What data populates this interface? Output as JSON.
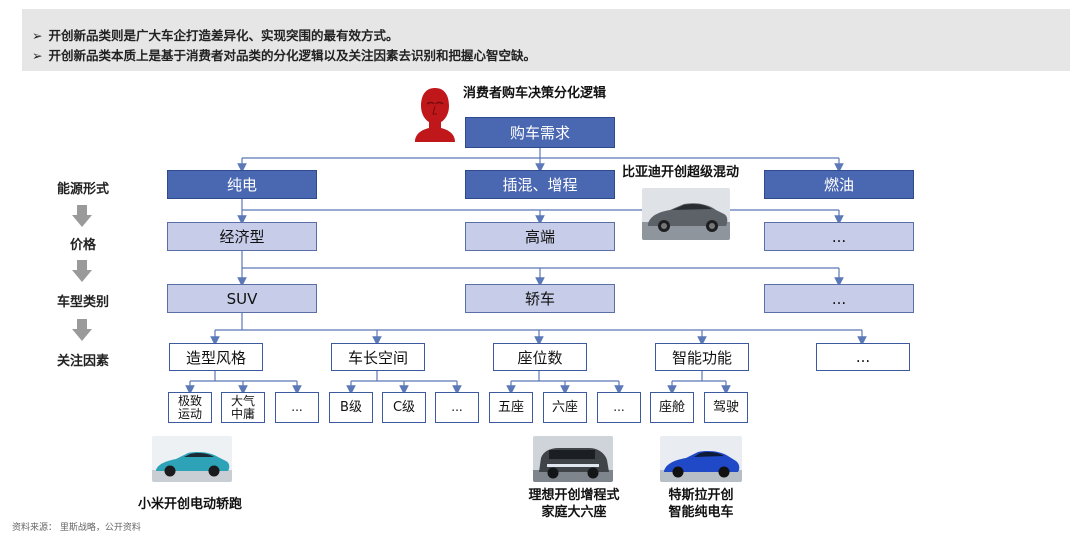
{
  "header": {
    "bullet1": "开创新品类则是广大车企打造差异化、实现突围的最有效方式。",
    "bullet2": "开创新品类本质上是基于消费者对品类的分化逻辑以及关注因素去识别和把握心智空缺。",
    "arrow_glyph": "➢"
  },
  "diagram": {
    "title": "消费者购车决策分化逻辑",
    "root": "购车需求",
    "row_labels": [
      "能源形式",
      "价格",
      "车型类别",
      "关注因素"
    ],
    "energy": [
      "纯电",
      "插混、增程",
      "燃油"
    ],
    "price": [
      "经济型",
      "高端",
      "..."
    ],
    "body_type": [
      "SUV",
      "轿车",
      "..."
    ],
    "factors": [
      "造型风格",
      "车长空间",
      "座位数",
      "智能功能",
      "..."
    ],
    "factor_options": [
      [
        "极致\n运动",
        "大气\n中庸",
        "..."
      ],
      [
        "B级",
        "C级",
        "..."
      ],
      [
        "五座",
        "六座",
        "..."
      ],
      [
        "座舱",
        "驾驶"
      ]
    ],
    "byd_caption": "比亚迪开创超级混动",
    "xiaomi_caption": "小米开创电动轿跑",
    "lixiang_caption": [
      "理想开创增程式",
      "家庭大六座"
    ],
    "tesla_caption": [
      "特斯拉开创",
      "智能纯电车"
    ]
  },
  "source": "资料来源：  里斯战略，公开资料",
  "colors": {
    "dark_box": "#4a67b1",
    "light_box": "#c7cde8",
    "line": "#5b78b8",
    "banner": "#e6e6e6"
  }
}
